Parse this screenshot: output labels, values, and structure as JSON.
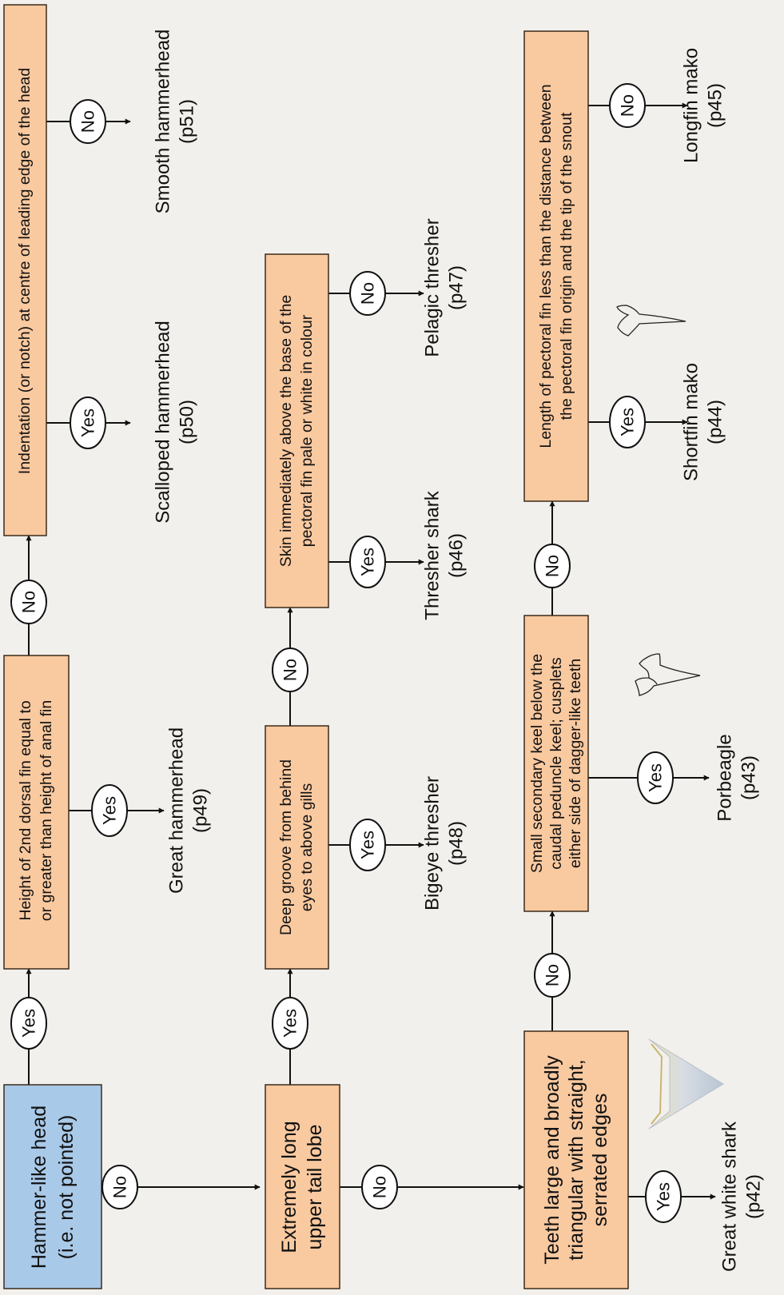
{
  "colors": {
    "background": "#f2f0ec",
    "start_box": "#a9c9e8",
    "question_box": "#f9c9a0",
    "line": "#111111"
  },
  "diagram": {
    "start": [
      "Hammer-like head",
      "(i.e. not pointed)"
    ],
    "questions": {
      "q_dorsal": [
        "Height of 2nd dorsal fin equal to",
        "or greater than height of anal fin"
      ],
      "q_notch": [
        "Indentation (or notch) at centre of leading edge of the head"
      ],
      "q_tail": [
        "Extremely long",
        "upper tail lobe"
      ],
      "q_groove": [
        "Deep groove from behind",
        "eyes to above gills"
      ],
      "q_skin": [
        "Skin immediately above the base of the",
        "pectoral fin pale or white in colour"
      ],
      "q_teeth": [
        "Teeth large and broadly",
        "triangular with straight,",
        "serrated edges"
      ],
      "q_keel": [
        "Small secondary keel below the",
        "caudal peduncle keel; cusplets",
        "either side of dagger-like teeth"
      ],
      "q_pectoral": [
        "Length of pectoral fin less than the distance between",
        "the pectoral fin origin and the tip of the snout"
      ]
    },
    "decisions": {
      "yes": "Yes",
      "no": "No"
    },
    "results": {
      "great_hammerhead": [
        "Great hammerhead",
        "(p49)"
      ],
      "scalloped_hammerhead": [
        "Scalloped hammerhead",
        "(p50)"
      ],
      "smooth_hammerhead": [
        "Smooth hammerhead",
        "(p51)"
      ],
      "bigeye_thresher": [
        "Bigeye thresher",
        "(p48)"
      ],
      "thresher_shark": [
        "Thresher shark",
        "(p46)"
      ],
      "pelagic_thresher": [
        "Pelagic thresher",
        "(p47)"
      ],
      "great_white_shark": [
        "Great white shark",
        "(p42)"
      ],
      "porbeagle": [
        "Porbeagle",
        "(p43)"
      ],
      "shortfin_mako": [
        "Shortfin mako",
        "(p44)"
      ],
      "longfin_mako": [
        "Longfin mako",
        "(p45)"
      ]
    },
    "icons": [
      "great-white-tooth-icon",
      "porbeagle-tooth-icon",
      "mako-tooth-icon"
    ]
  }
}
